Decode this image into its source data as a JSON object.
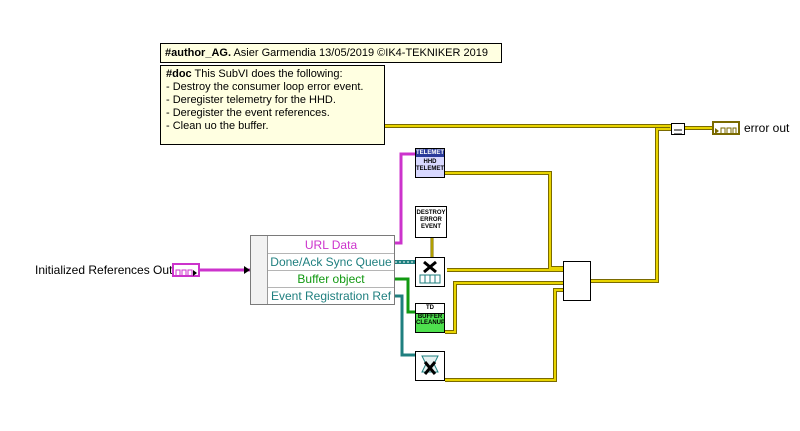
{
  "author_note": {
    "tag": "#author_AG.",
    "text": " Asier Garmendia 13/05/2019 ©IK4-TEKNIKER 2019"
  },
  "doc_note": {
    "tag": "#doc",
    "intro": " This SubVI does the following:",
    "lines": [
      "- Destroy the consumer loop error event.",
      "- Deregister telemetry for the HHD.",
      "- Deregister the event references.",
      "- Clean uo the buffer."
    ]
  },
  "input_label": "Initialized References Out",
  "output_label": "error out",
  "unbundle_fields": [
    "URL Data",
    "Done/Ack Sync Queue",
    "Buffer object",
    "Event Registration Ref"
  ],
  "subvis": {
    "telemetry": {
      "header": "TELEMET",
      "body_line1": "HHD",
      "body_line2": "TELEMET"
    },
    "destroy": {
      "line1": "DESTROY",
      "line2": "ERROR",
      "line3": "EVENT"
    },
    "buffer": {
      "header": "TD BUFFER",
      "body": "CLEANUP"
    }
  },
  "colors": {
    "cluster_wire": "#cc33cc",
    "error_wire": "#7a6a00",
    "error_wire_fill": "#e8d400",
    "refnum_wire": "#1f7f7f",
    "object_wire": "#119911",
    "note_bg": "#ffffe1"
  }
}
